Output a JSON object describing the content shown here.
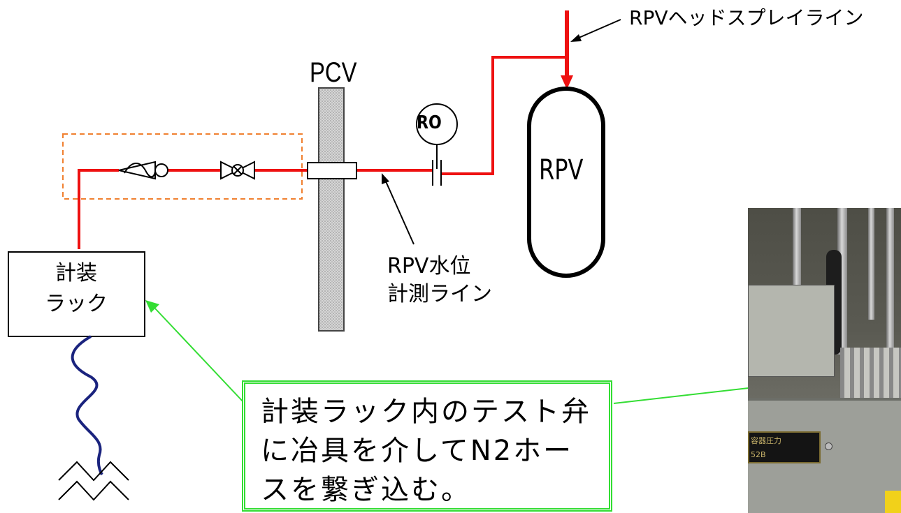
{
  "labels": {
    "head_spray_line": "RPVヘッドスプレイライン",
    "pcv": "PCV",
    "ro": "RO",
    "rpv": "RPV",
    "level_line_1": "RPV水位",
    "level_line_2": "計測ライン",
    "rack_1": "計装",
    "rack_2": "ラック"
  },
  "callout": {
    "text": "計装ラック内のテスト弁に冶具を介してN2ホースを繋ぎ込む。"
  },
  "photo": {
    "nameplate_line_1": "容器圧力",
    "nameplate_line_2": "52B"
  },
  "colors": {
    "pipe": "#ee1111",
    "callout_border": "#33dd33",
    "dashed_box": "#f08030",
    "hose": "#1a237e",
    "pcv_fill": "#c8c8c8"
  }
}
